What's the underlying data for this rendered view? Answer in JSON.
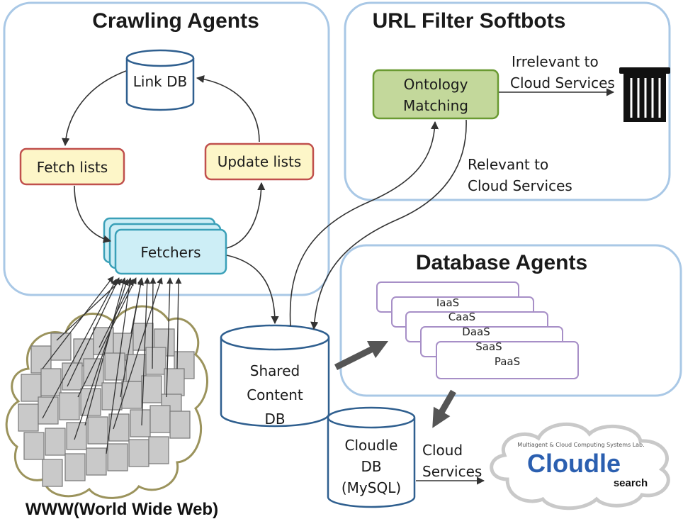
{
  "regions": {
    "crawling": "Crawling Agents",
    "url_filter": "URL Filter Softbots",
    "database": "Database Agents"
  },
  "nodes": {
    "link_db": "Link DB",
    "fetch_lists": "Fetch lists",
    "update_lists": "Update lists",
    "fetchers": "Fetchers",
    "ontology_line1": "Ontology",
    "ontology_line2": "Matching",
    "shared_line1": "Shared",
    "shared_line2": "Content",
    "shared_line3": "DB",
    "cloudle_line1": "Cloudle",
    "cloudle_line2": "DB",
    "cloudle_line3": "(MySQL)"
  },
  "edge_labels": {
    "irrelevant_line1": "Irrelevant to",
    "irrelevant_line2": "Cloud Services",
    "relevant_line1": "Relevant to",
    "relevant_line2": "Cloud Services",
    "cloud_services_line1": "Cloud",
    "cloud_services_line2": "Services"
  },
  "service_types": [
    "IaaS",
    "CaaS",
    "DaaS",
    "SaaS",
    "PaaS"
  ],
  "www_label": "WWW(World Wide Web)",
  "logo": {
    "top": "Multiagent & Cloud Computing Systems Lab.",
    "main": "Cloudle",
    "sub": "search"
  },
  "icons": [
    "trash-can-icon",
    "web-page-icon",
    "cloud-icon"
  ],
  "colors": {
    "region_border": "#a9c8e6",
    "db_border": "#2f5f8f",
    "list_fill": "#fdf6c8",
    "list_border": "#c0504d",
    "fetcher_fill": "#cdeef6",
    "fetcher_border": "#3aa0b8",
    "ontology_fill": "#c3d89b",
    "ontology_border": "#6a9a32",
    "service_border": "#a78fc7"
  }
}
